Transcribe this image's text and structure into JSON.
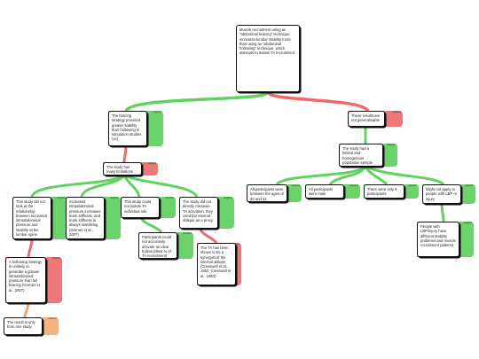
{
  "colors": {
    "support": "#5fd35f",
    "object": "#ef6a6a",
    "rebuttal": "#f4a460",
    "support_bar": "#6ad46a",
    "object_bar": "#ee7878",
    "rebuttal_bar": "#f6b27c"
  },
  "argument_map": {
    "root": {
      "text": "Muscle recruitment using an \"abdominal bracing\" technique increases lumbar stability more than using an \"abdominal hollowing\" technique, which attempts to isolate TA recruitment"
    },
    "nodes": [
      {
        "id": "n1",
        "tag": "supports",
        "kind": "support",
        "text": "The bracing strategy provided greater stability than hollowing in simulation studies (xx)"
      },
      {
        "id": "n2",
        "tag": "opposes",
        "kind": "object",
        "text": "These results are not generalisable"
      },
      {
        "id": "n3",
        "tag": "opposes",
        "kind": "object",
        "text": "The study has many limitations"
      },
      {
        "id": "n4",
        "tag": "supports",
        "kind": "support",
        "text": "The study had a limited and homogenous population sample"
      },
      {
        "id": "n5",
        "tag": "supports",
        "kind": "support",
        "text": "This study did not look at the relationship between increased intraabdominal pressure and stability at the lumbar spine"
      },
      {
        "id": "n6",
        "tag": "supports",
        "kind": "support",
        "text": "Increased intraabdominal pressure increases trunk stiffness, and trunk stiffness is always stabilising (Grenier et al., 2007)"
      },
      {
        "id": "n7",
        "tag": "supports",
        "kind": "support",
        "text": "This study could not isolate TA individual role"
      },
      {
        "id": "n8",
        "tag": "supports",
        "kind": "support",
        "text": "The study did not directly measure TA activation, they used the internal oblique as a proxy"
      },
      {
        "id": "n9",
        "tag": "supports",
        "kind": "support",
        "text": "All participants were between the ages of 20 and 32"
      },
      {
        "id": "n10",
        "tag": "supports",
        "kind": "support",
        "text": "All participants were male"
      },
      {
        "id": "n11",
        "tag": "supports",
        "kind": "support",
        "text": "There were only 8 participants"
      },
      {
        "id": "n12",
        "tag": "supports",
        "kind": "support",
        "text": "Might not apply to people with LBP or injury"
      },
      {
        "id": "n13",
        "tag": "opposes",
        "kind": "object",
        "text": "A hollowing strategy is unlikely to generate a greater intraabdominal pressure than full bracing (Grenier et al., 2007)"
      },
      {
        "id": "n14",
        "tag": "supports",
        "kind": "support",
        "text": "Participants could not accurately activate an ideal hollow (tilted % of TA recruitment)"
      },
      {
        "id": "n15",
        "tag": "opposes",
        "kind": "object",
        "text": "The TA has been shown to be a synergist of the internal oblique (Cresswell et al., 1992; Cresswell et al., 1994)"
      },
      {
        "id": "n16",
        "tag": "supports",
        "kind": "support",
        "text": "People with LBP/injury have different stability problems and muscle recruitment patterns"
      },
      {
        "id": "n17",
        "tag": "however",
        "kind": "rebuttal",
        "text": "The result is only from one study"
      }
    ]
  }
}
